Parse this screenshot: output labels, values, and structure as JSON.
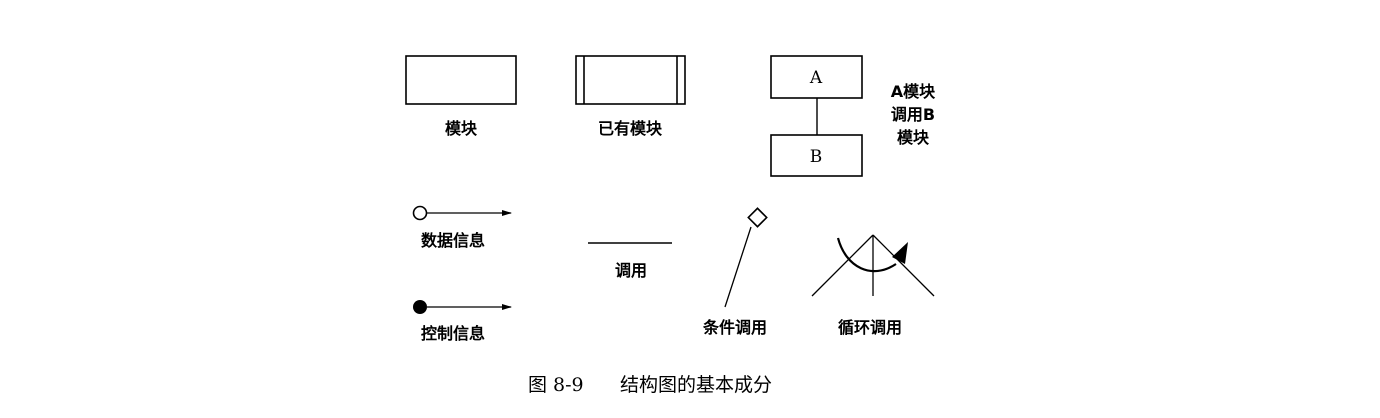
{
  "components": {
    "module": {
      "label": "模块"
    },
    "existing_module": {
      "label": "已有模块"
    },
    "module_call": {
      "top_box": "A",
      "bottom_box": "B",
      "label_lines": [
        "A模块",
        "调用B",
        "模块"
      ]
    },
    "data_info": {
      "label": "数据信息"
    },
    "control_info": {
      "label": "控制信息"
    },
    "call": {
      "label": "调用"
    },
    "conditional_call": {
      "label": "条件调用"
    },
    "loop_call": {
      "label": "循环调用"
    }
  },
  "caption": {
    "figure_no": "图 8-9",
    "title": "结构图的基本成分"
  },
  "colors": {
    "line": "#000000",
    "background": "#ffffff"
  }
}
